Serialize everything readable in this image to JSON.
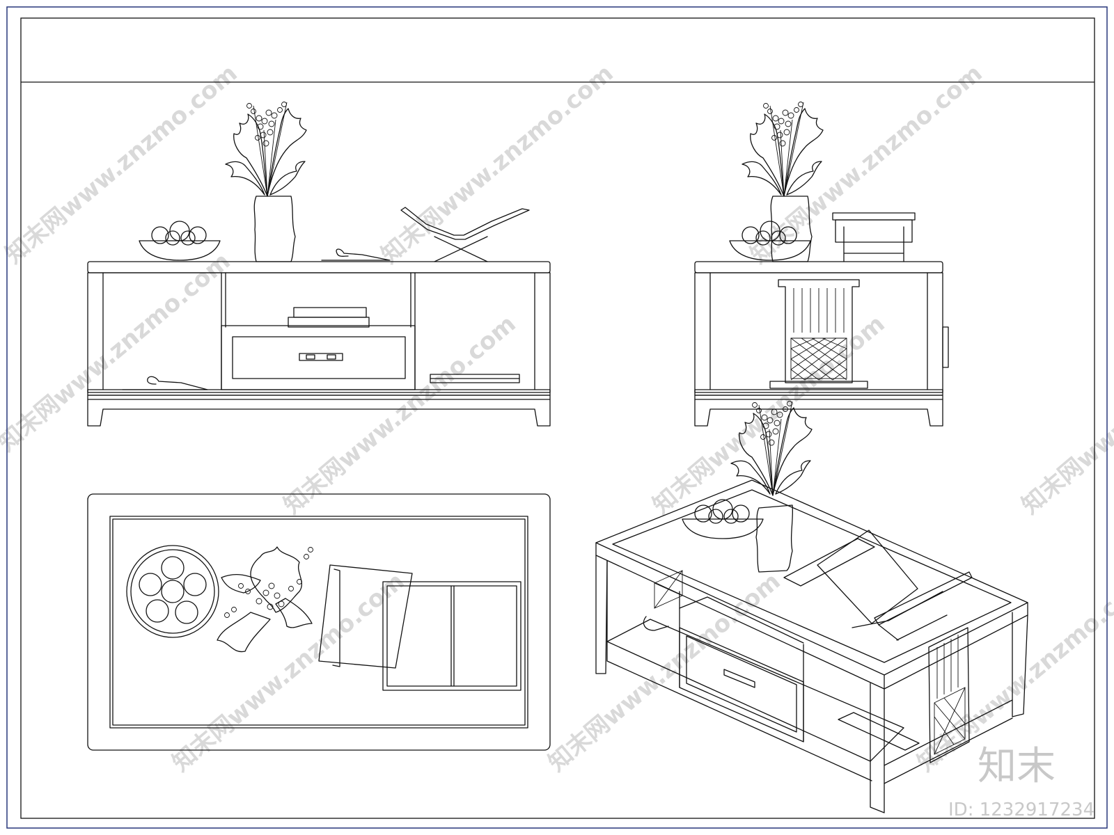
{
  "drawing": {
    "frame_color": "#27367a",
    "line_color": "#111111",
    "views": [
      {
        "id": "front-elevation",
        "subject": "tv-cabinet-front"
      },
      {
        "id": "side-elevation",
        "subject": "tv-cabinet-side"
      },
      {
        "id": "plan-view",
        "subject": "coffee-table-top"
      },
      {
        "id": "perspective-view",
        "subject": "coffee-table-perspective"
      }
    ]
  },
  "watermark": {
    "site_text": "知末网www.znzmo.com",
    "logo_text": "知末",
    "id_text": "ID: 1232917234"
  }
}
